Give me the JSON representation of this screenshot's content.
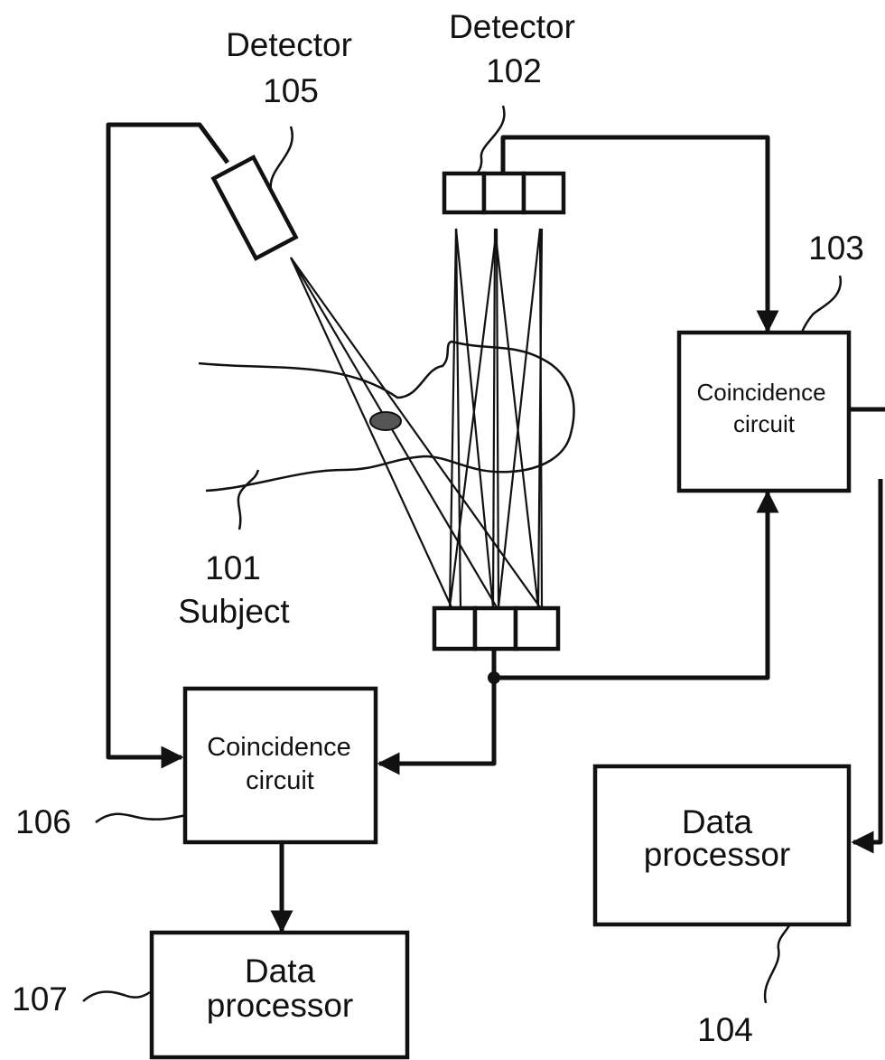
{
  "detector_105": {
    "title": "Detector",
    "number": "105"
  },
  "detector_102": {
    "title": "Detector",
    "number": "102"
  },
  "subject": {
    "number": "101",
    "label": "Subject"
  },
  "coincidence_103": {
    "number": "103",
    "line1": "Coincidence",
    "line2": "circuit"
  },
  "coincidence_106": {
    "number": "106",
    "line1": "Coincidence",
    "line2": "circuit"
  },
  "processor_104": {
    "number": "104",
    "line1": "Data",
    "line2": "processor"
  },
  "processor_107": {
    "number": "107",
    "line1": "Data",
    "line2": "processor"
  }
}
